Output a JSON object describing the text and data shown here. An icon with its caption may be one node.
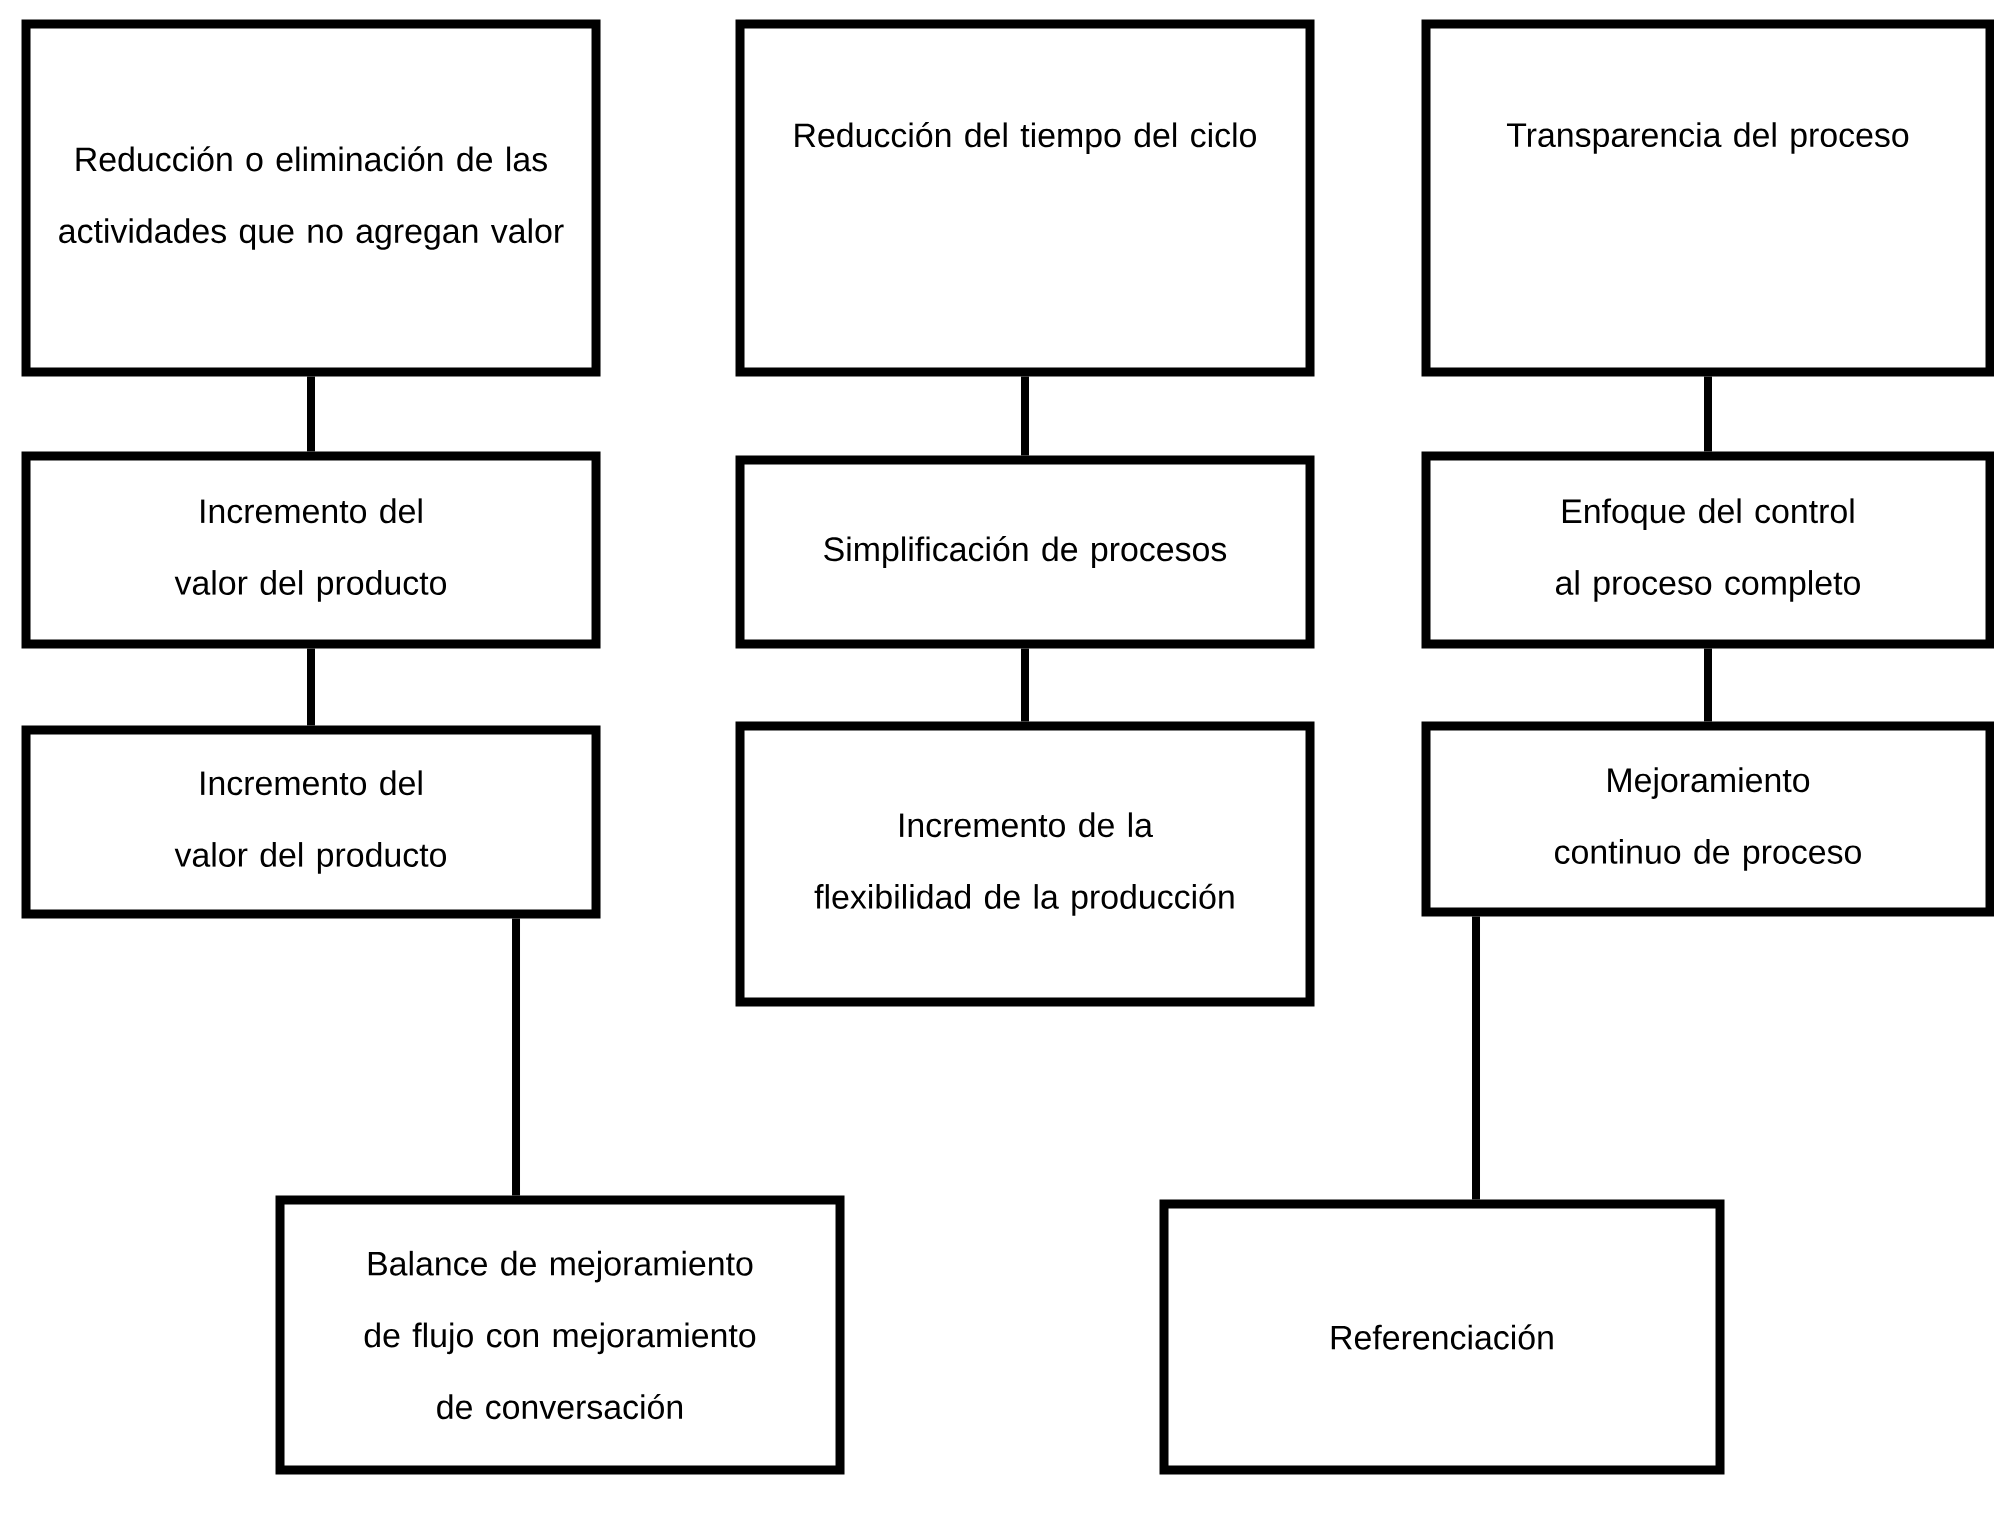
{
  "diagram": {
    "nodes": [
      {
        "text": [
          "Reducción o eliminación de las actividades que no agregan valor"
        ]
      },
      {
        "text": [
          "Reducción del tiempo del ciclo"
        ]
      },
      {
        "text": [
          "Transparencia del proceso"
        ]
      },
      {
        "text": [
          "Incremento del valor del producto"
        ]
      },
      {
        "text": [
          "Simplificación de procesos"
        ]
      },
      {
        "text": [
          "Enfoque del control al proceso completo"
        ]
      },
      {
        "text": [
          "Incremento del valor del producto"
        ]
      },
      {
        "text": [
          "Incremento de la flexibilidad de la producción"
        ]
      },
      {
        "text": [
          "Mejoramiento continuo de proceso"
        ]
      },
      {
        "text": [
          "Balance de mejoramiento de flujo con mejoramiento de conversación"
        ]
      },
      {
        "text": [
          "Referenciación"
        ]
      }
    ],
    "edges": [
      {
        "from": 0,
        "to": 3,
        "arrow": "none"
      },
      {
        "from": 3,
        "to": 6,
        "arrow": "none"
      },
      {
        "from": 6,
        "to": 9,
        "arrow": "none"
      },
      {
        "from": 1,
        "to": 4,
        "arrow": "none"
      },
      {
        "from": 4,
        "to": 7,
        "arrow": "none"
      },
      {
        "from": 2,
        "to": 5,
        "arrow": "none"
      },
      {
        "from": 5,
        "to": 8,
        "arrow": "none"
      },
      {
        "from": 8,
        "to": 10,
        "arrow": "none"
      }
    ]
  }
}
